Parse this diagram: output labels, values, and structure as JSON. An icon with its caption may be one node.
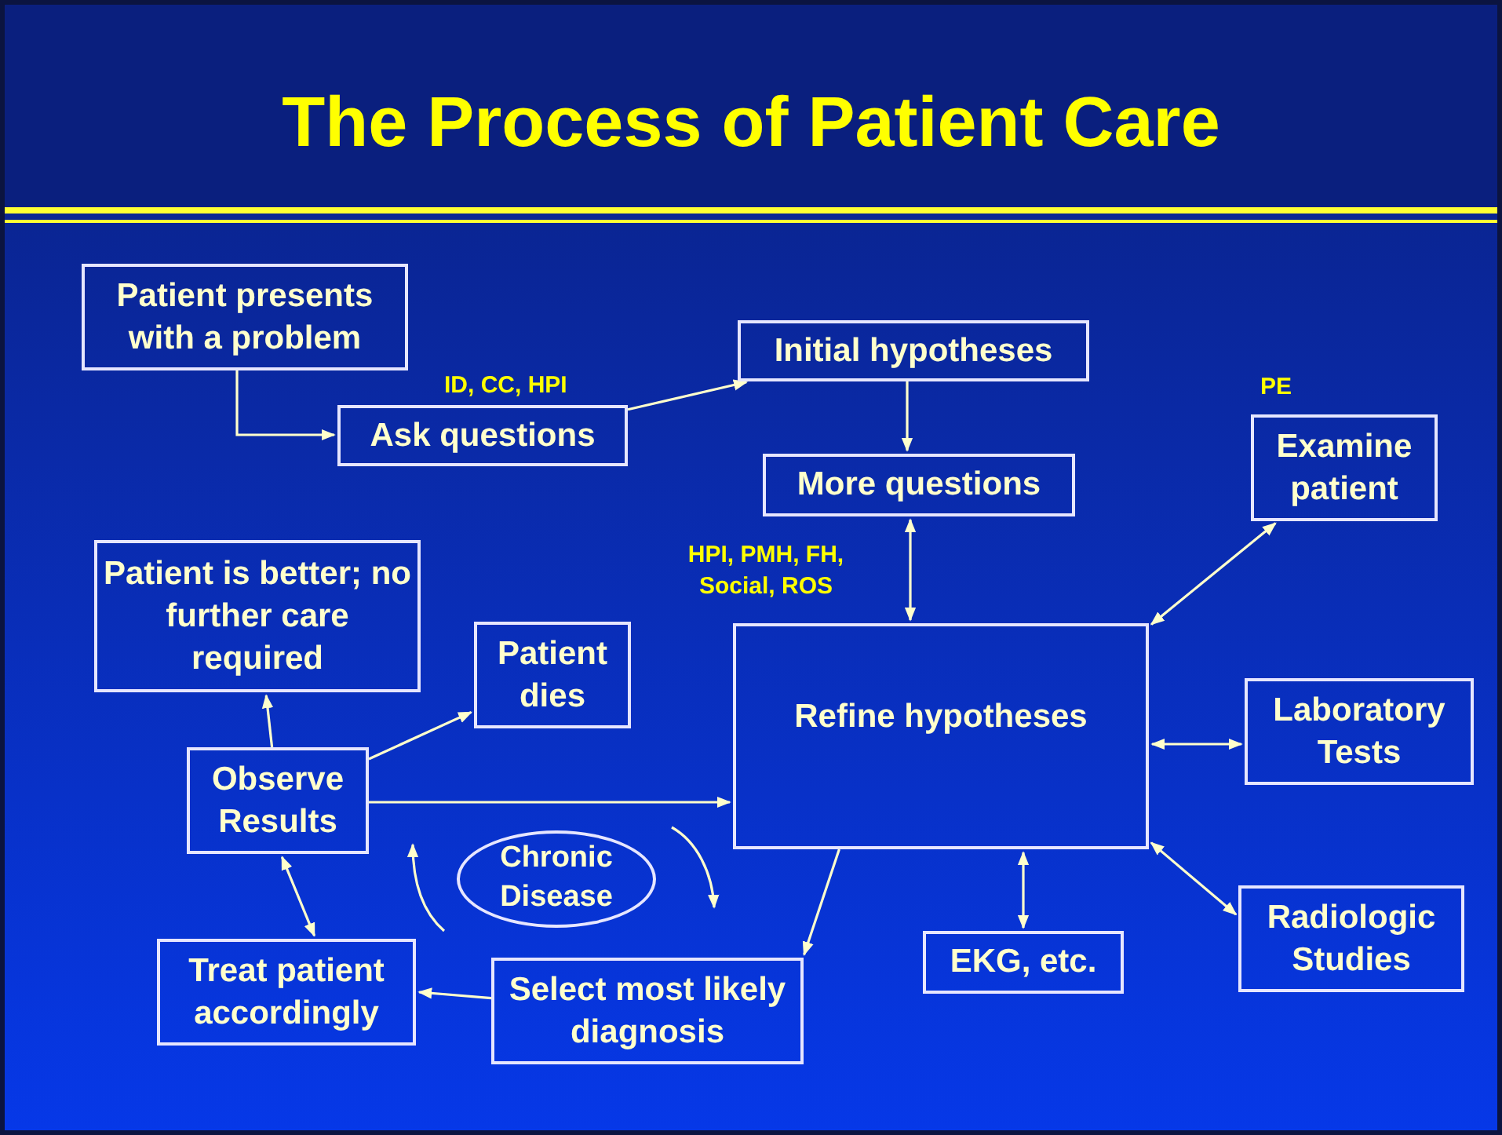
{
  "diagram": {
    "title": "The Process of Patient Care",
    "nodes": [
      {
        "text": [
          "Patient presents with a problem"
        ]
      },
      {
        "text": [
          "Ask questions"
        ]
      },
      {
        "text": [
          "Initial hypotheses"
        ]
      },
      {
        "text": [
          "More questions"
        ]
      },
      {
        "text": [
          "Examine patient"
        ]
      },
      {
        "text": [
          "Patient is better; no further care required"
        ]
      },
      {
        "text": [
          "Patient dies"
        ]
      },
      {
        "text": [
          "Refine hypotheses"
        ]
      },
      {
        "text": [
          "Laboratory Tests"
        ]
      },
      {
        "text": [
          "Observe Results"
        ]
      },
      {
        "text": [
          "Chronic Disease"
        ]
      },
      {
        "text": [
          "Treat patient accordingly"
        ]
      },
      {
        "text": [
          "Select most likely diagnosis"
        ]
      },
      {
        "text": [
          "EKG, etc."
        ]
      },
      {
        "text": [
          "Radiologic Studies"
        ]
      }
    ],
    "edges": [
      {
        "from": 0,
        "to": 1,
        "arrow": "to"
      },
      {
        "from": 1,
        "to": 2,
        "arrow": "to"
      },
      {
        "from": 2,
        "to": 3,
        "arrow": "to"
      },
      {
        "from": 3,
        "to": 7,
        "arrow": "both"
      },
      {
        "from": 7,
        "to": 4,
        "arrow": "both"
      },
      {
        "from": 7,
        "to": 8,
        "arrow": "both"
      },
      {
        "from": 7,
        "to": 13,
        "arrow": "both"
      },
      {
        "from": 7,
        "to": 14,
        "arrow": "both"
      },
      {
        "from": 7,
        "to": 12,
        "arrow": "to"
      },
      {
        "from": 12,
        "to": 11,
        "arrow": "to"
      },
      {
        "from": 11,
        "to": 9,
        "arrow": "both"
      },
      {
        "from": 9,
        "to": 7,
        "arrow": "to"
      },
      {
        "from": 9,
        "to": 6,
        "arrow": "to"
      },
      {
        "from": 9,
        "to": 5,
        "arrow": "to"
      }
    ],
    "labels": [
      "ID, CC, HPI",
      "PE",
      "HPI, PMH, FH, Social, ROS"
    ]
  }
}
